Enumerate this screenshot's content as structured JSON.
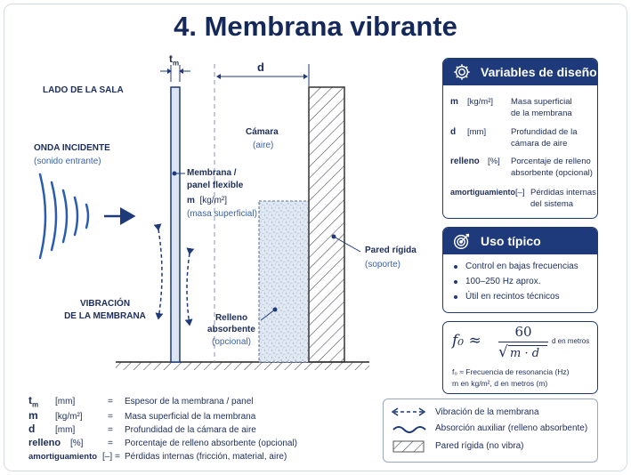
{
  "title": "4. Membrana vibrante",
  "diagram": {
    "tm_label": "t",
    "tm_sub": "m",
    "d_label": "d",
    "room_side": "LADO DE LA SALA",
    "incident_title": "ONDA INCIDENTE",
    "incident_sub": "(sonido entrante)",
    "vibration_title_1": "VIBRACIÓN",
    "vibration_title_2": "DE LA MEMBRANA",
    "membrane_title_1": "Membrana /",
    "membrane_title_2": "panel flexible",
    "membrane_sym": "m",
    "membrane_unit": "[kg/m²]",
    "membrane_sub": "(masa superficial)",
    "camera_title": "Cámara",
    "camera_sub": "(aire)",
    "wall_title": "Pared rígida",
    "wall_sub": "(soporte)",
    "fill_title_1": "Relleno",
    "fill_title_2": "absorbente",
    "fill_sub": "(opcional)"
  },
  "variables_panel": {
    "title": "Variables de diseño",
    "icon": "gear-icon",
    "rows": [
      {
        "sym": "m",
        "unit": "[kg/m²]",
        "desc1": "Masa superficial",
        "desc2": "de la membrana"
      },
      {
        "sym": "d",
        "unit": "[mm]",
        "desc1": "Profundidad de la",
        "desc2": "cámara de aire"
      },
      {
        "sym": "relleno",
        "unit": "[%]",
        "desc1": "Porcentaje de relleno",
        "desc2": "absorbente (opcional)"
      },
      {
        "sym": "amortiguamiento",
        "unit": "[–]",
        "desc1": "Pérdidas internas",
        "desc2": "del sistema"
      }
    ]
  },
  "usage_panel": {
    "title": "Uso típico",
    "icon": "target-icon",
    "items": [
      "Control en bajas frecuencias",
      "100–250 Hz aprox.",
      "Útil en recintos técnicos"
    ]
  },
  "formula": {
    "lhs": "f₀ ≈",
    "numerator": "60",
    "denominator": "m · d",
    "note": "d en metros",
    "line1": "f₀ ≈ Frecuencia de resonancia (Hz)",
    "line2": "m en kg/m², d en metros (m)"
  },
  "glossary": [
    {
      "sym": "t",
      "sym_sub": "m",
      "unit": "[mm]",
      "eq": "=",
      "desc": "Espesor de la membrana / panel"
    },
    {
      "sym": "m",
      "sym_sub": "",
      "unit": "[kg/m²]",
      "eq": "=",
      "desc": "Masa superficial de la membrana"
    },
    {
      "sym": "d",
      "sym_sub": "",
      "unit": "[mm]",
      "eq": "=",
      "desc": "Profundidad de la cámara de aire"
    },
    {
      "sym": "relleno",
      "sym_sub": "",
      "unit": "[%]",
      "eq": "=",
      "desc": "Porcentaje de relleno absorbente (opcional)"
    },
    {
      "sym": "amortiguamiento",
      "sym_sub": "",
      "unit": "[–]",
      "eq": "=",
      "desc": "Pérdidas internas (fricción, material, aire)"
    }
  ],
  "legend": [
    {
      "symbol": "dashed-arrow",
      "label": "Vibración de la membrana"
    },
    {
      "symbol": "wave",
      "label": "Absorción auxiliar (relleno absorbente)"
    },
    {
      "symbol": "hatch",
      "label": "Pared rígida (no vibra)"
    }
  ],
  "colors": {
    "navy": "#1f3a7a",
    "text": "#1c2d5a",
    "accent": "#3a62a8",
    "wave": "#2a5db0"
  }
}
